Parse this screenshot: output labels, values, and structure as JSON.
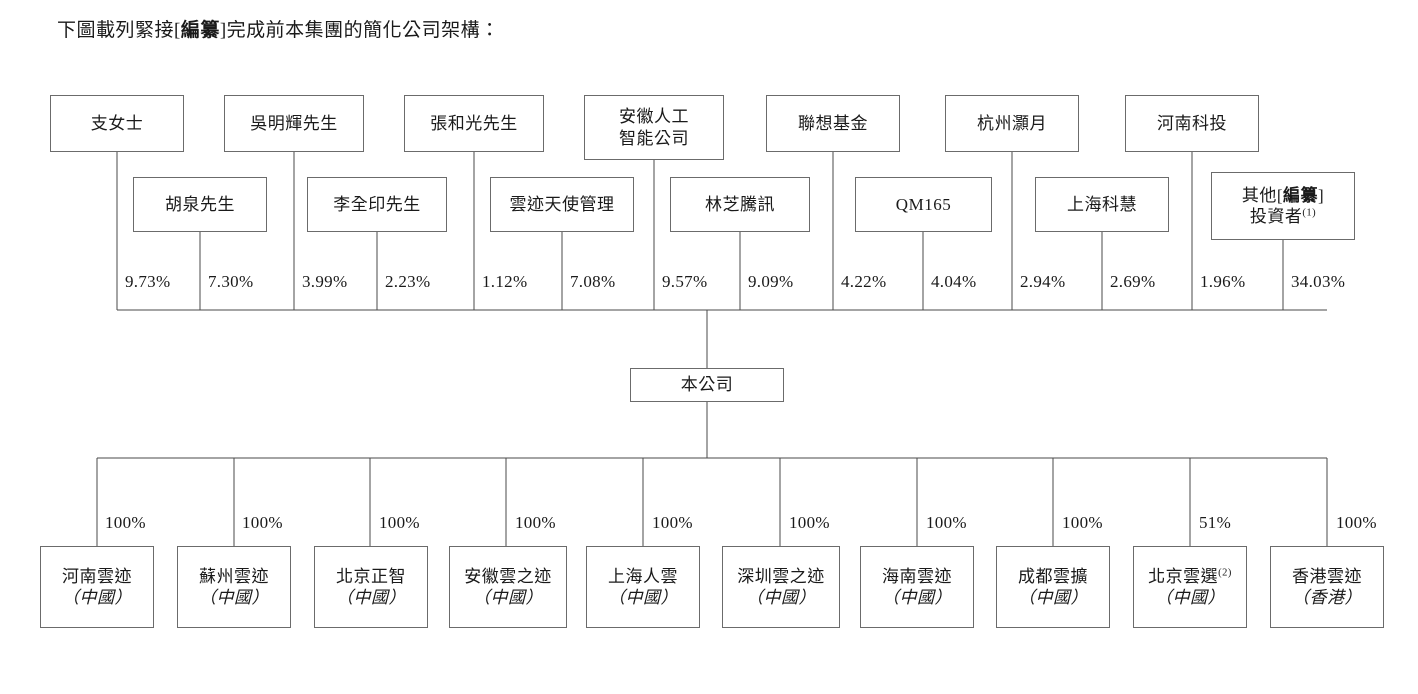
{
  "caption": {
    "prefix": "下圖載列緊接[",
    "emph": "編纂",
    "suffix": "]完成前本集團的簡化公司架構："
  },
  "company": {
    "label": "本公司"
  },
  "shareholders_row1": [
    {
      "name": "支女士",
      "pct": "9.73%"
    },
    {
      "name": "吳明輝先生",
      "pct": "3.99%"
    },
    {
      "name": "張和光先生",
      "pct": "1.12%"
    },
    {
      "name": "安徽人工\n智能公司",
      "pct": "9.57%"
    },
    {
      "name": "聯想基金",
      "pct": "4.22%"
    },
    {
      "name": "杭州灝月",
      "pct": "2.94%"
    },
    {
      "name": "河南科投",
      "pct": "1.96%"
    }
  ],
  "shareholders_row2": [
    {
      "name": "胡泉先生",
      "pct": "7.30%"
    },
    {
      "name": "李全印先生",
      "pct": "2.23%"
    },
    {
      "name": "雲迹天使管理",
      "pct": "7.08%"
    },
    {
      "name": "林芝騰訊",
      "pct": "9.09%"
    },
    {
      "name": "QM165",
      "pct": "4.04%"
    },
    {
      "name": "上海科慧",
      "pct": "2.69%"
    },
    {
      "name": "其他[編纂]\n投資者(1)",
      "pct": "34.03%"
    }
  ],
  "other_investors": {
    "line1_prefix": "其他[",
    "line1_emph": "編纂",
    "line1_suffix": "]",
    "line2": "投資者",
    "footnote": "(1)"
  },
  "percentages_ordered": [
    "9.73%",
    "7.30%",
    "3.99%",
    "2.23%",
    "1.12%",
    "7.08%",
    "9.57%",
    "9.09%",
    "4.22%",
    "4.04%",
    "2.94%",
    "2.69%",
    "1.96%",
    "34.03%"
  ],
  "subsidiaries": [
    {
      "name": "河南雲迹",
      "region": "（中國）",
      "pct": "100%"
    },
    {
      "name": "蘇州雲迹",
      "region": "（中國）",
      "pct": "100%"
    },
    {
      "name": "北京正智",
      "region": "（中國）",
      "pct": "100%"
    },
    {
      "name": "安徽雲之迹",
      "region": "（中國）",
      "pct": "100%"
    },
    {
      "name": "上海人雲",
      "region": "（中國）",
      "pct": "100%"
    },
    {
      "name": "深圳雲之迹",
      "region": "（中國）",
      "pct": "100%"
    },
    {
      "name": "海南雲迹",
      "region": "（中國）",
      "pct": "100%"
    },
    {
      "name": "成都雲擴",
      "region": "（中國）",
      "pct": "100%"
    },
    {
      "name": "北京雲選",
      "footnote": "(2)",
      "region": "（中國）",
      "pct": "51%"
    },
    {
      "name": "香港雲迹",
      "region": "（香港）",
      "pct": "100%"
    }
  ],
  "colors": {
    "box_border": "#6b6b6b",
    "wire": "#4a4a4a",
    "text": "#1a1a1a",
    "background": "#ffffff"
  }
}
